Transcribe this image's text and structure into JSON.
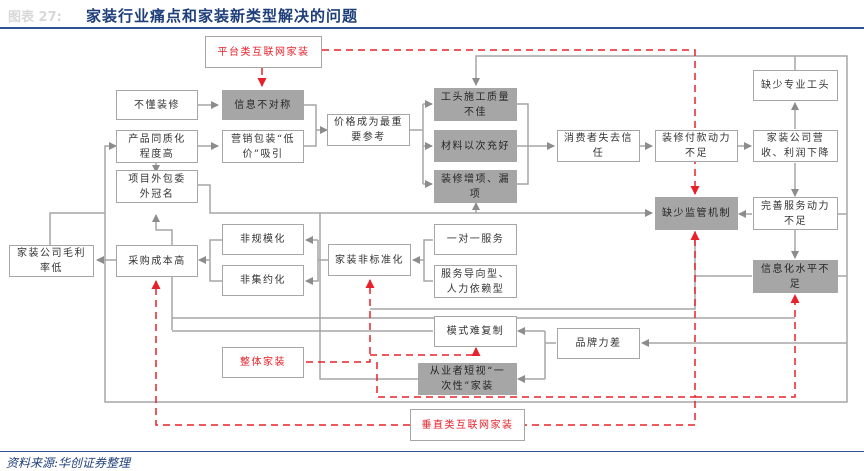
{
  "header": {
    "figure_label": "图表 27:",
    "title": "家装行业痛点和家装新类型解决的问题"
  },
  "nodes": {
    "platform_internet": "平台类互联网家装",
    "dont_understand": "不懂装修",
    "info_asymmetry": "信息不对称",
    "homogeneous": "产品同质化程度高",
    "marketing_lowprice": "营销包装“低价”吸引",
    "outsourcing": "项目外包委外冠名",
    "price_ref": "价格成为最重要参考",
    "poor_quality": "工头施工质量不佳",
    "material_substitute": "材料以次充好",
    "extra_items": "装修增项、漏项",
    "lost_trust": "消费者失去信任",
    "insufficient_payment": "装修付款动力不足",
    "revenue_decline": "家装公司营收、利润下降",
    "lack_workers": "缺少专业工头",
    "lack_supervision": "缺少监管机制",
    "service_motivation": "完善服务动力不足",
    "low_it": "信息化水平不足",
    "low_margin": "家装公司毛利率低",
    "high_purchase": "采购成本高",
    "non_scale": "非规模化",
    "non_central": "非集约化",
    "non_standard": "家装非标准化",
    "one_to_one": "一对一服务",
    "service_oriented": "服务导向型、人力依赖型",
    "hard_replicate": "模式难复制",
    "brand_weak": "品牌力差",
    "whole_decor": "整体家装",
    "short_sighted": "从业者短视“一次性”家装",
    "vertical_internet": "垂直类互联网家装"
  },
  "colors": {
    "accent_red": "#e8202a",
    "line_gray": "#a6a6a6",
    "dark_box": "#a6a6a6",
    "title_blue": "#1f3f7a"
  },
  "footer": {
    "source": "资料来源:华创证券整理"
  }
}
